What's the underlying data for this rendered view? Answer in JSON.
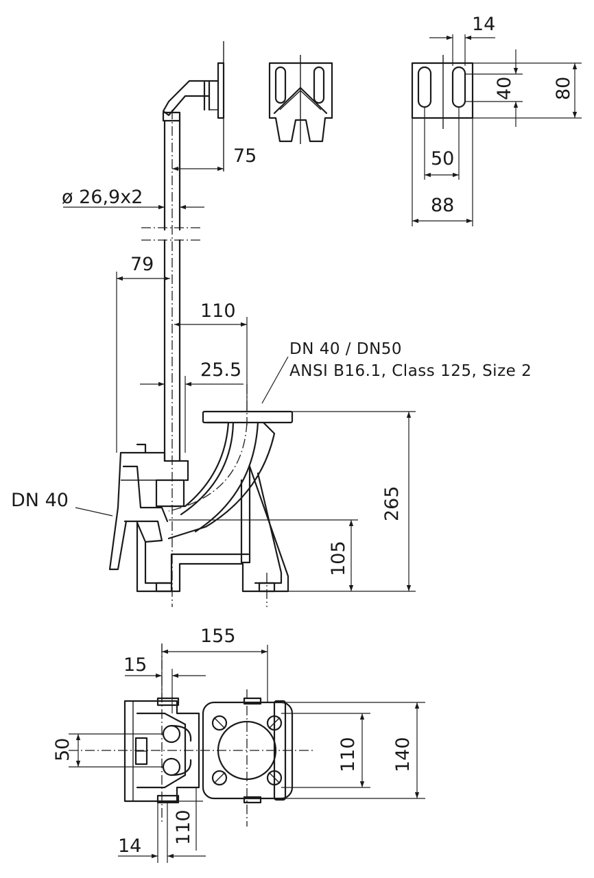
{
  "dimensions": {
    "d14_top": "14",
    "d40": "40",
    "d80": "80",
    "d50_top": "50",
    "d88": "88",
    "d75": "75",
    "d_pipe": "ø 26,9x2",
    "d79": "79",
    "d110_h": "110",
    "d25_5": "25.5",
    "d265": "265",
    "d105": "105",
    "d155": "155",
    "d15": "15",
    "d50_left": "50",
    "d110_v_right": "110",
    "d140": "140",
    "d110_v_bottom": "110",
    "d14_bottom": "14"
  },
  "labels": {
    "flange_line1": "DN 40 / DN50",
    "flange_line2": "ANSI B16.1, Class 125, Size 2",
    "inlet": "DN 40"
  }
}
